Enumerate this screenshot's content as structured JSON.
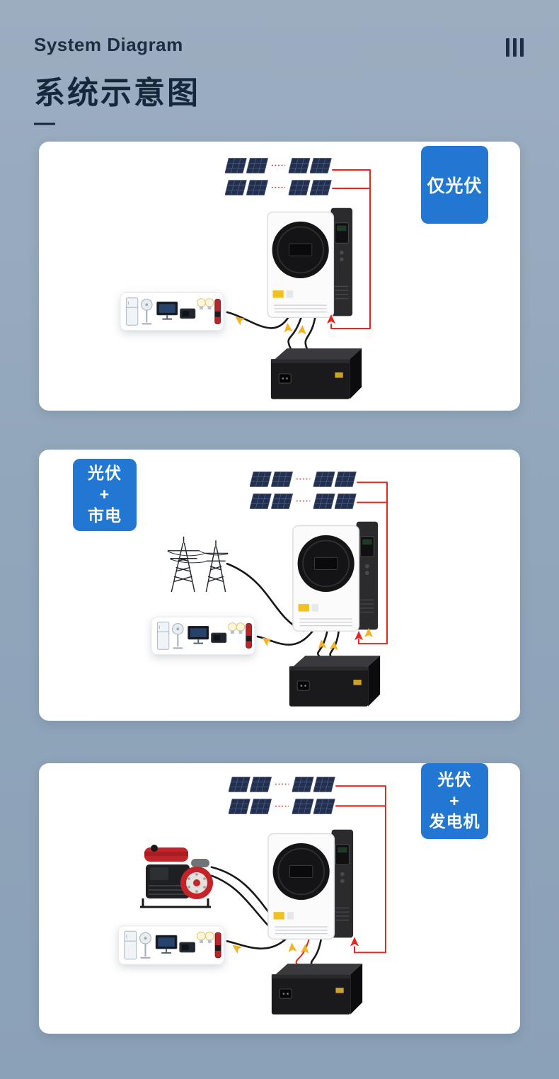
{
  "colors": {
    "background_top": "#9cadc0",
    "background_bottom": "#8ba1b7",
    "title": "#15273a",
    "badge_blue": "#2177d2",
    "card": "#ffffff",
    "wire_red": "#e8251f",
    "wire_black": "#17191c",
    "arrow_yellow": "#f4b31d",
    "solar_panel_navy": "#232f4e"
  },
  "header": {
    "title_en": "System Diagram",
    "title_zh": "系统示意图",
    "dash": "—",
    "corner_icon": "three-bars-icon"
  },
  "cards": [
    {
      "id": "pv-only",
      "badge": {
        "position": "top-right",
        "lines": [
          "仅光伏"
        ]
      },
      "components": [
        "solar-panel-array",
        "hybrid-inverter",
        "home-appliances",
        "battery-box"
      ]
    },
    {
      "id": "pv-plus-grid",
      "badge": {
        "position": "top-left",
        "lines": [
          "光伏",
          "+",
          "市电"
        ]
      },
      "components": [
        "solar-panel-array",
        "utility-grid-tower",
        "hybrid-inverter",
        "home-appliances",
        "battery-box"
      ]
    },
    {
      "id": "pv-plus-generator",
      "badge": {
        "position": "top-right",
        "lines": [
          "光伏",
          "+",
          "发电机"
        ]
      },
      "components": [
        "solar-panel-array",
        "diesel-generator",
        "hybrid-inverter",
        "home-appliances",
        "battery-box"
      ]
    }
  ]
}
